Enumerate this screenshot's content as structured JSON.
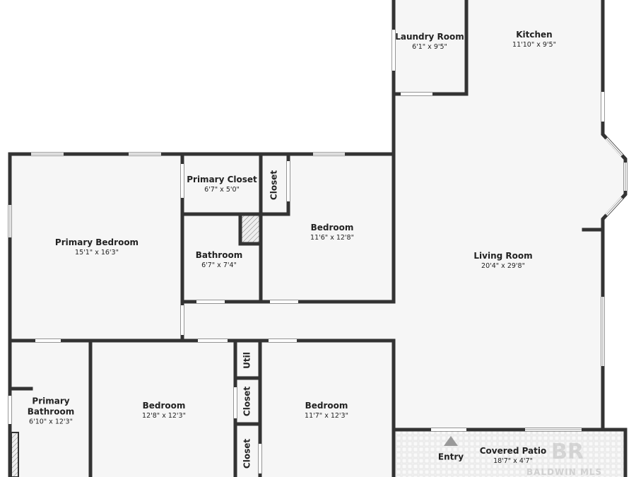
{
  "rooms": [
    {
      "name": "Laundry Room",
      "dims": "6'1\" x 9'5\""
    },
    {
      "name": "Kitchen",
      "dims": "11'10\" x 9'5\""
    },
    {
      "name": "Primary Closet",
      "dims": "6'7\" x 5'0\""
    },
    {
      "name": "Closet",
      "dims": ""
    },
    {
      "name": "Bedroom",
      "dims": "11'6\" x 12'8\""
    },
    {
      "name": "Primary Bedroom",
      "dims": "15'1\" x 16'3\""
    },
    {
      "name": "Bathroom",
      "dims": "6'7\" x 7'4\""
    },
    {
      "name": "Living Room",
      "dims": "20'4\" x 29'8\""
    },
    {
      "name": "Util",
      "dims": ""
    },
    {
      "name": "Primary Bathroom",
      "dims": "6'10\" x 12'3\""
    },
    {
      "name": "Bedroom",
      "dims": "12'8\" x 12'3\""
    },
    {
      "name": "Closet",
      "dims": ""
    },
    {
      "name": "Bedroom",
      "dims": "11'7\" x 12'3\""
    },
    {
      "name": "Closet",
      "dims": ""
    },
    {
      "name": "Entry",
      "dims": ""
    },
    {
      "name": "Covered Patio",
      "dims": "18'7\" x 4'7\""
    }
  ],
  "watermark": {
    "logo": "BR",
    "text": "BALDWIN MLS"
  },
  "colors": {
    "wall": "#333333",
    "floor": "#f6f6f6",
    "entry_arrow": "#999999"
  }
}
